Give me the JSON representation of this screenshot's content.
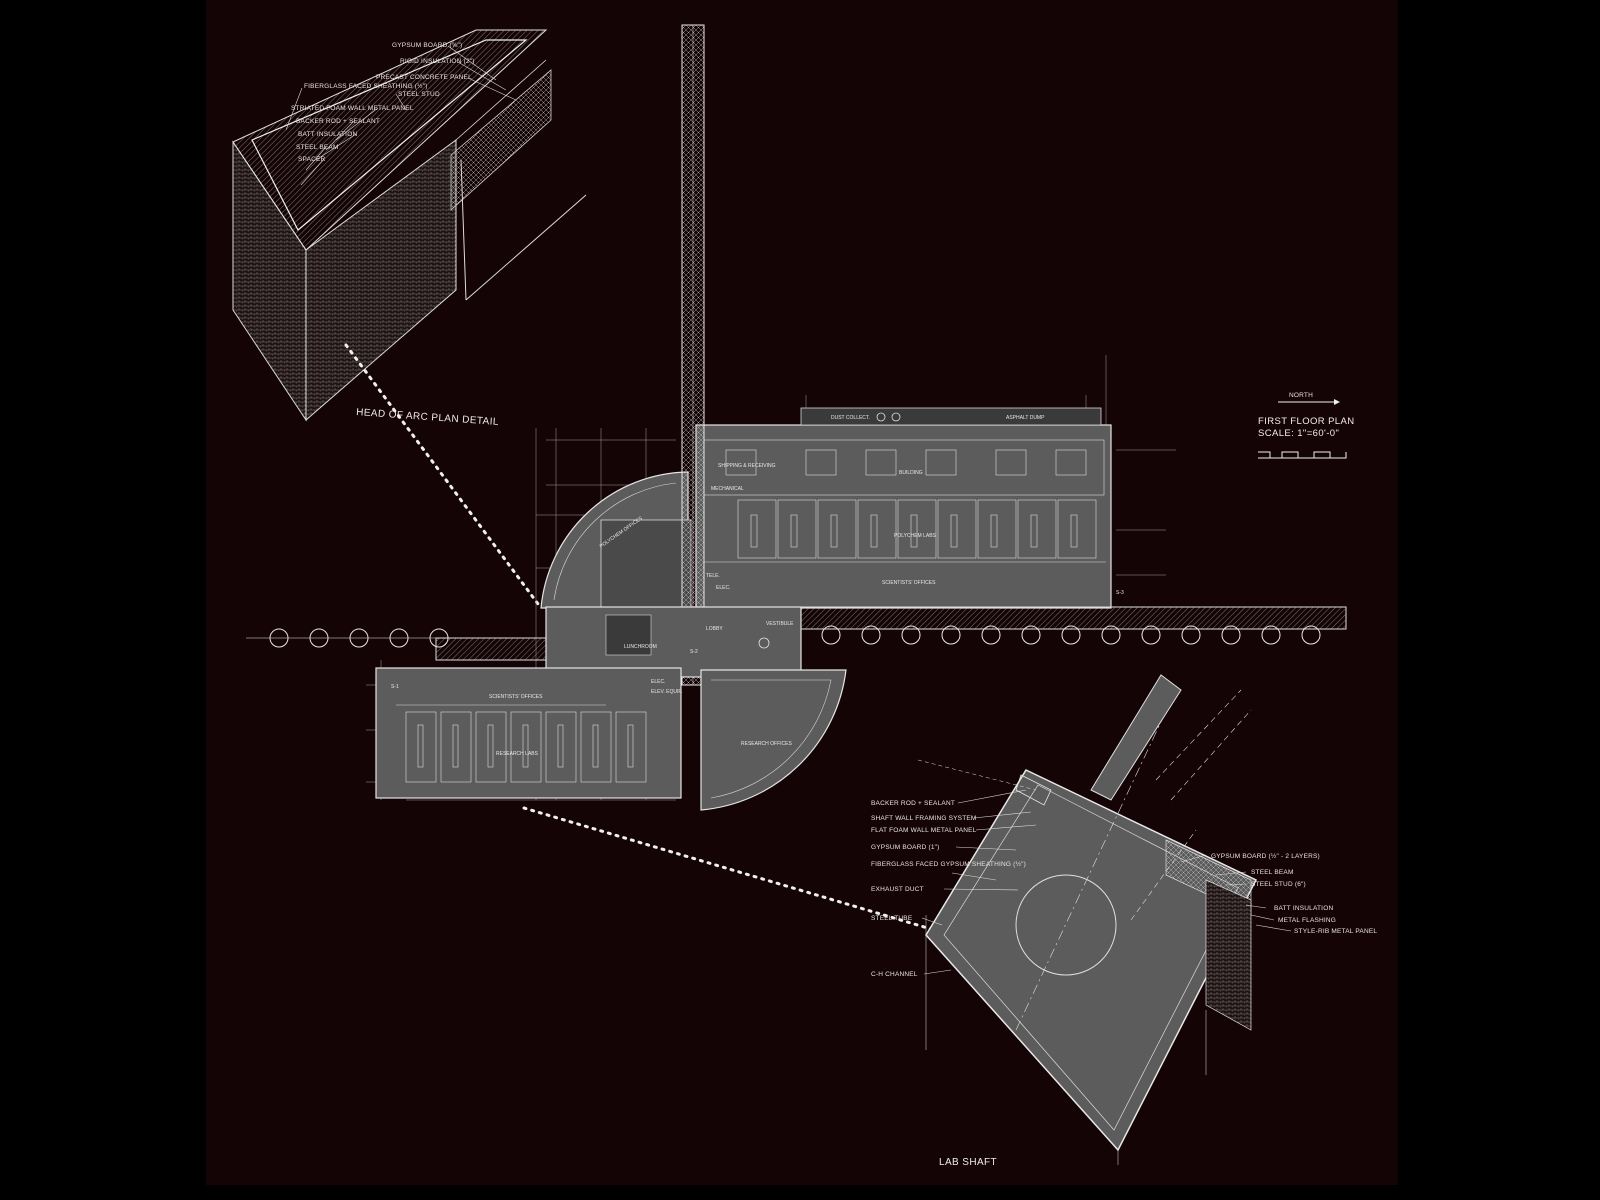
{
  "colors": {
    "background": "#140406",
    "line": "#d8d8d8",
    "fill_gray": "#5c5c5c",
    "fill_dark": "#3a3a3a",
    "text": "#eae4e0"
  },
  "plan": {
    "north": "NORTH",
    "title": "FIRST FLOOR PLAN",
    "scale": "SCALE: 1\"=60'-0\""
  },
  "rooms": {
    "dust_collect": "DUST COLLECT.",
    "asphalt_dump": "ASPHALT DUMP",
    "shipping": "SHIPPING & RECEIVING",
    "mechanical": "MECHANICAL",
    "building": "BUILDING",
    "polychem_labs": "POLYCHEM LABS",
    "polychem_offices": "POLYCHEM OFFICES",
    "scientists_offices_north": "SCIENTISTS' OFFICES",
    "tele": "TELE.",
    "elec_north": "ELEC.",
    "vestibule": "VESTIBULE",
    "lunchroom": "LUNCHROOM",
    "lobby": "LOBBY",
    "elec_south": "ELEC.",
    "elev_equip": "ELEV. EQUIP.",
    "scientists_offices_south": "SCIENTISTS' OFFICES",
    "research_labs": "RESEARCH LABS",
    "research_offices": "RESEARCH OFFICES",
    "tag_s1": "S-1",
    "tag_s2": "S-2",
    "tag_s3": "S-3"
  },
  "arc_detail": {
    "caption": "HEAD OF ARC PLAN DETAIL",
    "labels": [
      "GYPSUM BOARD (⅝\")",
      "RIGID INSULATION (2\")",
      "PRECAST CONCRETE PANEL",
      "FIBERGLASS FACED SHEATHING (½\")",
      "STEEL STUD",
      "STRIATED FOAM WALL METAL PANEL",
      "BACKER ROD + SEALANT",
      "BATT INSULATION",
      "STEEL BEAM",
      "SPACER"
    ]
  },
  "lab_shaft": {
    "caption": "LAB SHAFT",
    "labels_left": [
      "BACKER ROD + SEALANT",
      "SHAFT WALL FRAMING SYSTEM",
      "FLAT FOAM WALL METAL PANEL",
      "GYPSUM BOARD (1\")",
      "FIBERGLASS FACED GYPSUM SHEATHING (½\")",
      "EXHAUST DUCT",
      "STEEL TUBE",
      "C-H CHANNEL"
    ],
    "labels_right": [
      "GYPSUM BOARD (½\" - 2 LAYERS)",
      "STEEL BEAM",
      "STEEL STUD (6\")",
      "BATT INSULATION",
      "METAL FLASHING",
      "STYLE-RIB METAL PANEL"
    ]
  }
}
